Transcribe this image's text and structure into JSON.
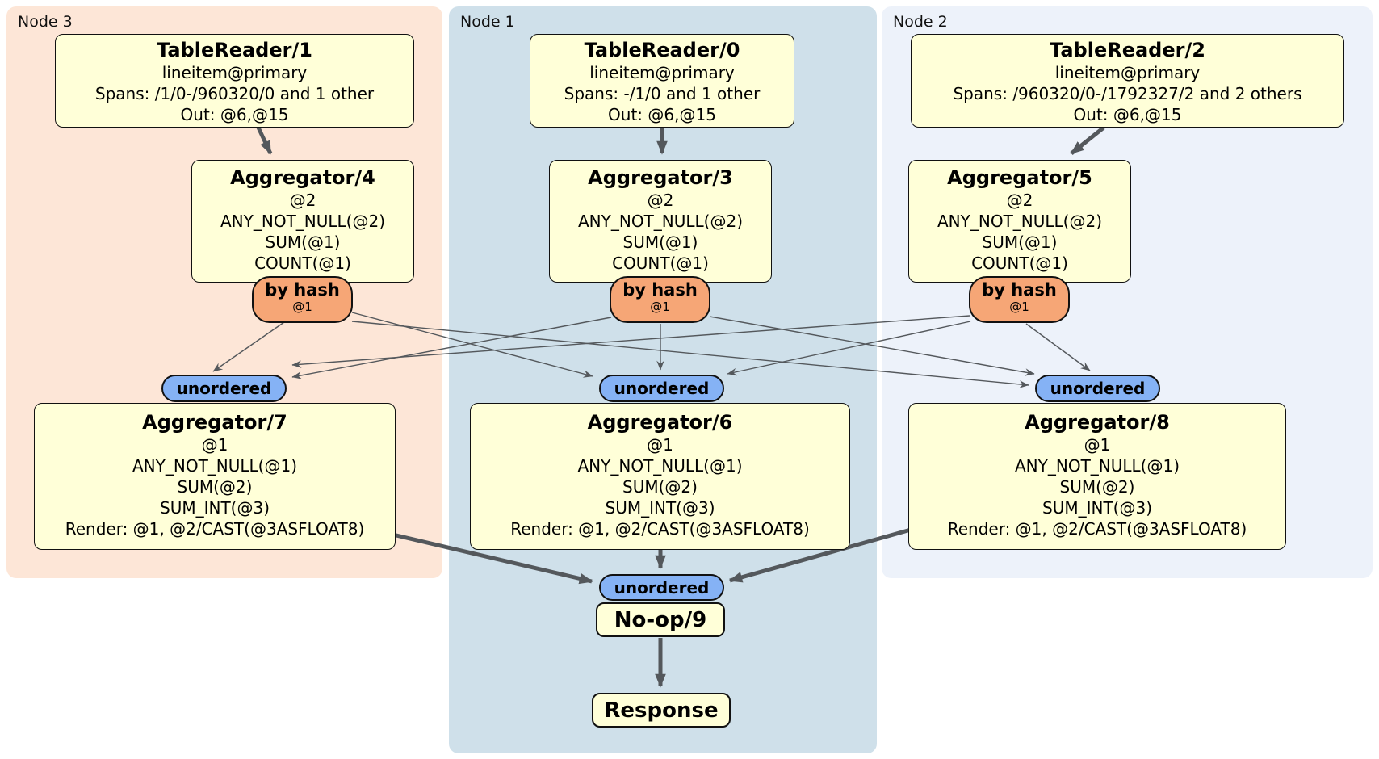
{
  "diagram_type": "distsql-plan",
  "panels": {
    "node3": {
      "label": "Node 3"
    },
    "node1": {
      "label": "Node 1"
    },
    "node2": {
      "label": "Node 2"
    }
  },
  "processors": {
    "tr1": {
      "title": "TableReader/1",
      "lines": [
        "lineitem@primary",
        "Spans: /1/0-/960320/0 and 1 other",
        "Out: @6,@15"
      ]
    },
    "tr0": {
      "title": "TableReader/0",
      "lines": [
        "lineitem@primary",
        "Spans: -/1/0 and 1 other",
        "Out: @6,@15"
      ]
    },
    "tr2": {
      "title": "TableReader/2",
      "lines": [
        "lineitem@primary",
        "Spans: /960320/0-/1792327/2 and 2 others",
        "Out: @6,@15"
      ]
    },
    "agg4": {
      "title": "Aggregator/4",
      "lines": [
        "@2",
        "ANY_NOT_NULL(@2)",
        "SUM(@1)",
        "COUNT(@1)"
      ]
    },
    "agg3": {
      "title": "Aggregator/3",
      "lines": [
        "@2",
        "ANY_NOT_NULL(@2)",
        "SUM(@1)",
        "COUNT(@1)"
      ]
    },
    "agg5": {
      "title": "Aggregator/5",
      "lines": [
        "@2",
        "ANY_NOT_NULL(@2)",
        "SUM(@1)",
        "COUNT(@1)"
      ]
    },
    "agg7": {
      "title": "Aggregator/7",
      "lines": [
        "@1",
        "ANY_NOT_NULL(@1)",
        "SUM(@2)",
        "SUM_INT(@3)",
        "Render: @1, @2/CAST(@3ASFLOAT8)"
      ]
    },
    "agg6": {
      "title": "Aggregator/6",
      "lines": [
        "@1",
        "ANY_NOT_NULL(@1)",
        "SUM(@2)",
        "SUM_INT(@3)",
        "Render: @1, @2/CAST(@3ASFLOAT8)"
      ]
    },
    "agg8": {
      "title": "Aggregator/8",
      "lines": [
        "@1",
        "ANY_NOT_NULL(@1)",
        "SUM(@2)",
        "SUM_INT(@3)",
        "Render: @1, @2/CAST(@3ASFLOAT8)"
      ]
    },
    "noop": {
      "title": "No-op/9"
    },
    "response": {
      "title": "Response"
    }
  },
  "router": {
    "label": "by hash",
    "detail": "@1"
  },
  "sync": {
    "unordered_label": "unordered"
  },
  "colors": {
    "panel_node3": "#fde6d7",
    "panel_node1": "#cfe0ea",
    "panel_node2": "#edf2fa",
    "processor_fill": "#ffffd8",
    "router_fill": "#f6a676",
    "sync_fill": "#85b2f5",
    "edge": "#54585c"
  }
}
